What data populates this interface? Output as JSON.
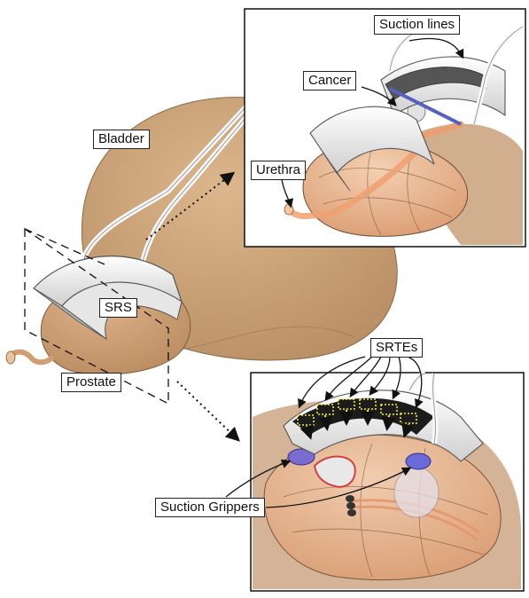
{
  "labels": {
    "bladder": "Bladder",
    "srs": "SRS",
    "prostate": "Prostate",
    "suction_lines": "Suction lines",
    "cancer": "Cancer",
    "urethra": "Urethra",
    "srtes": "SRTEs",
    "suction_grippers": "Suction Grippers"
  },
  "colors": {
    "bladder": "#d2aa80",
    "prostate": "#d09e70",
    "prostate_inset": "#e2b08a",
    "device": "#f4f4f4",
    "cancer": "#e0e0e0",
    "gripper": "#7a6bd0",
    "electrode": "#f2e838",
    "urethra": "#e8a070"
  }
}
